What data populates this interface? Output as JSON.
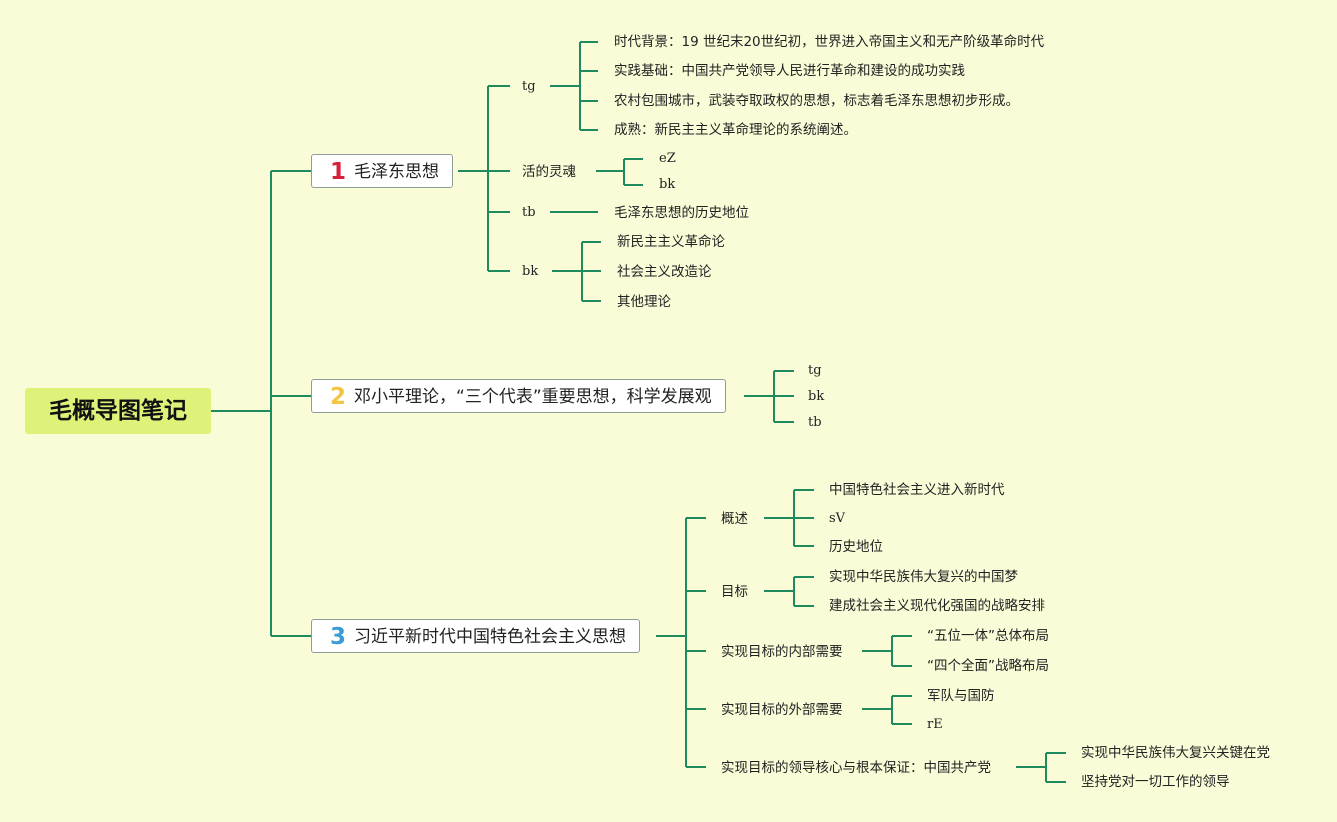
{
  "title": "毛概导图笔记",
  "branch1": {
    "num": "1",
    "label": "毛泽东思想",
    "tg": {
      "label": "tg",
      "items": [
        "时代背景：19 世纪末20世纪初，世界进入帝国主义和无产阶级革命时代",
        "实践基础：中国共产党领导人民进行革命和建设的成功实践",
        "农村包围城市，武装夺取政权的思想，标志着毛泽东思想初步形成。",
        "成熟：新民主主义革命理论的系统阐述。"
      ]
    },
    "soul": {
      "label": "活的灵魂",
      "items": [
        "eZ",
        "bk"
      ]
    },
    "tb": {
      "label": "tb",
      "items": [
        "毛泽东思想的历史地位"
      ]
    },
    "bk": {
      "label": "bk",
      "items": [
        "新民主主义革命论",
        "社会主义改造论",
        "其他理论"
      ]
    }
  },
  "branch2": {
    "num": "2",
    "label": "邓小平理论，“三个代表”重要思想，科学发展观",
    "items": [
      "tg",
      "bk",
      "tb"
    ]
  },
  "branch3": {
    "num": "3",
    "label": "习近平新时代中国特色社会主义思想",
    "overview": {
      "label": "概述",
      "items": [
        "中国特色社会主义进入新时代",
        "sV",
        "历史地位"
      ]
    },
    "goal": {
      "label": "目标",
      "items": [
        "实现中华民族伟大复兴的中国梦",
        "建成社会主义现代化强国的战略安排"
      ]
    },
    "internal": {
      "label": "实现目标的内部需要",
      "items": [
        "“五位一体”总体布局",
        "“四个全面”战略布局"
      ]
    },
    "external": {
      "label": "实现目标的外部需要",
      "items": [
        "军队与国防",
        "rE"
      ]
    },
    "core": {
      "label": "实现目标的领导核心与根本保证：中国共产党",
      "items": [
        "实现中华民族伟大复兴关键在党",
        "坚持党对一切工作的领导"
      ]
    }
  },
  "colors": {
    "background": "#fafcd8",
    "root": "#def27a",
    "line": "#1f8a5e"
  }
}
